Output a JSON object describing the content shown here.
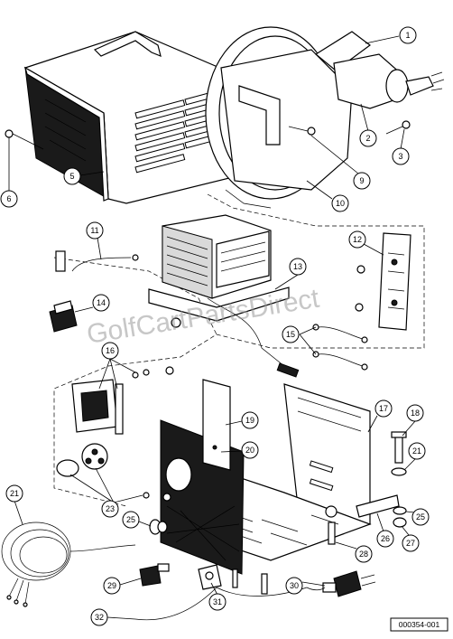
{
  "watermark": "GolfCartPartsDirect",
  "figure_id": "000354-001",
  "callouts": [
    "1",
    "2",
    "3",
    "5",
    "6",
    "9",
    "10",
    "11",
    "12",
    "13",
    "14",
    "15",
    "16",
    "17",
    "18",
    "19",
    "20",
    "21",
    "21",
    "23",
    "25",
    "25",
    "26",
    "27",
    "28",
    "29",
    "30",
    "31",
    "32"
  ]
}
